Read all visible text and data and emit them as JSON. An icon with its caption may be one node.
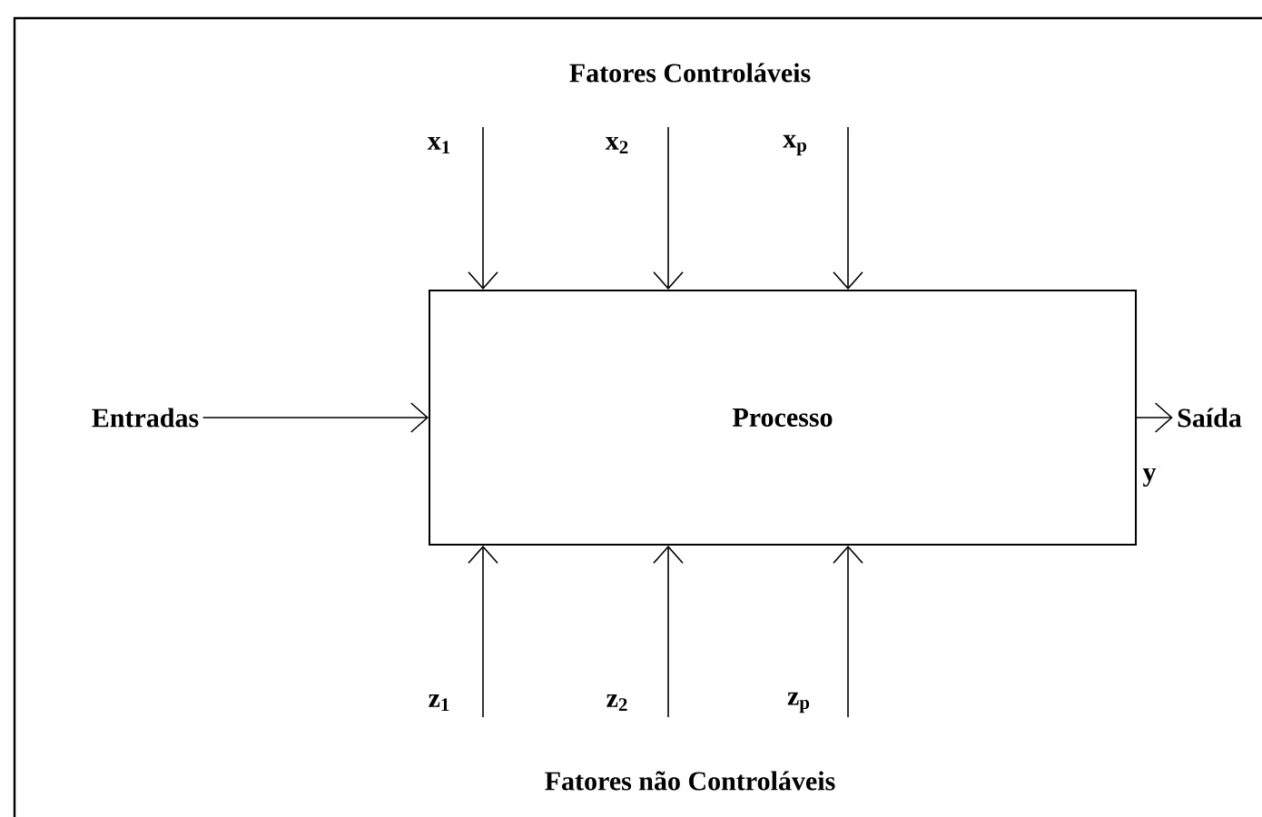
{
  "diagram": {
    "nodes": [
      {
        "text": [
          "Processo"
        ]
      },
      {
        "text": [
          "Entradas"
        ]
      },
      {
        "text": [
          "Saída"
        ]
      }
    ],
    "edges": [
      {
        "from": 1,
        "to": 0,
        "arrow": "to"
      },
      {
        "from": 0,
        "to": 2,
        "arrow": "to"
      },
      {
        "from": null,
        "to": 0,
        "arrow": "to"
      },
      {
        "from": null,
        "to": 0,
        "arrow": "to"
      },
      {
        "from": null,
        "to": 0,
        "arrow": "to"
      },
      {
        "from": null,
        "to": 0,
        "arrow": "to"
      },
      {
        "from": null,
        "to": 0,
        "arrow": "to"
      },
      {
        "from": null,
        "to": 0,
        "arrow": "to"
      }
    ],
    "labels": [
      "Fatores Controláveis",
      "x$_{1}$",
      "x$_{2}$",
      "x$_{p}$",
      "y",
      "z$_{1}$",
      "z$_{2}$",
      "z$_{p}$",
      "Fatores não Controláveis"
    ]
  }
}
